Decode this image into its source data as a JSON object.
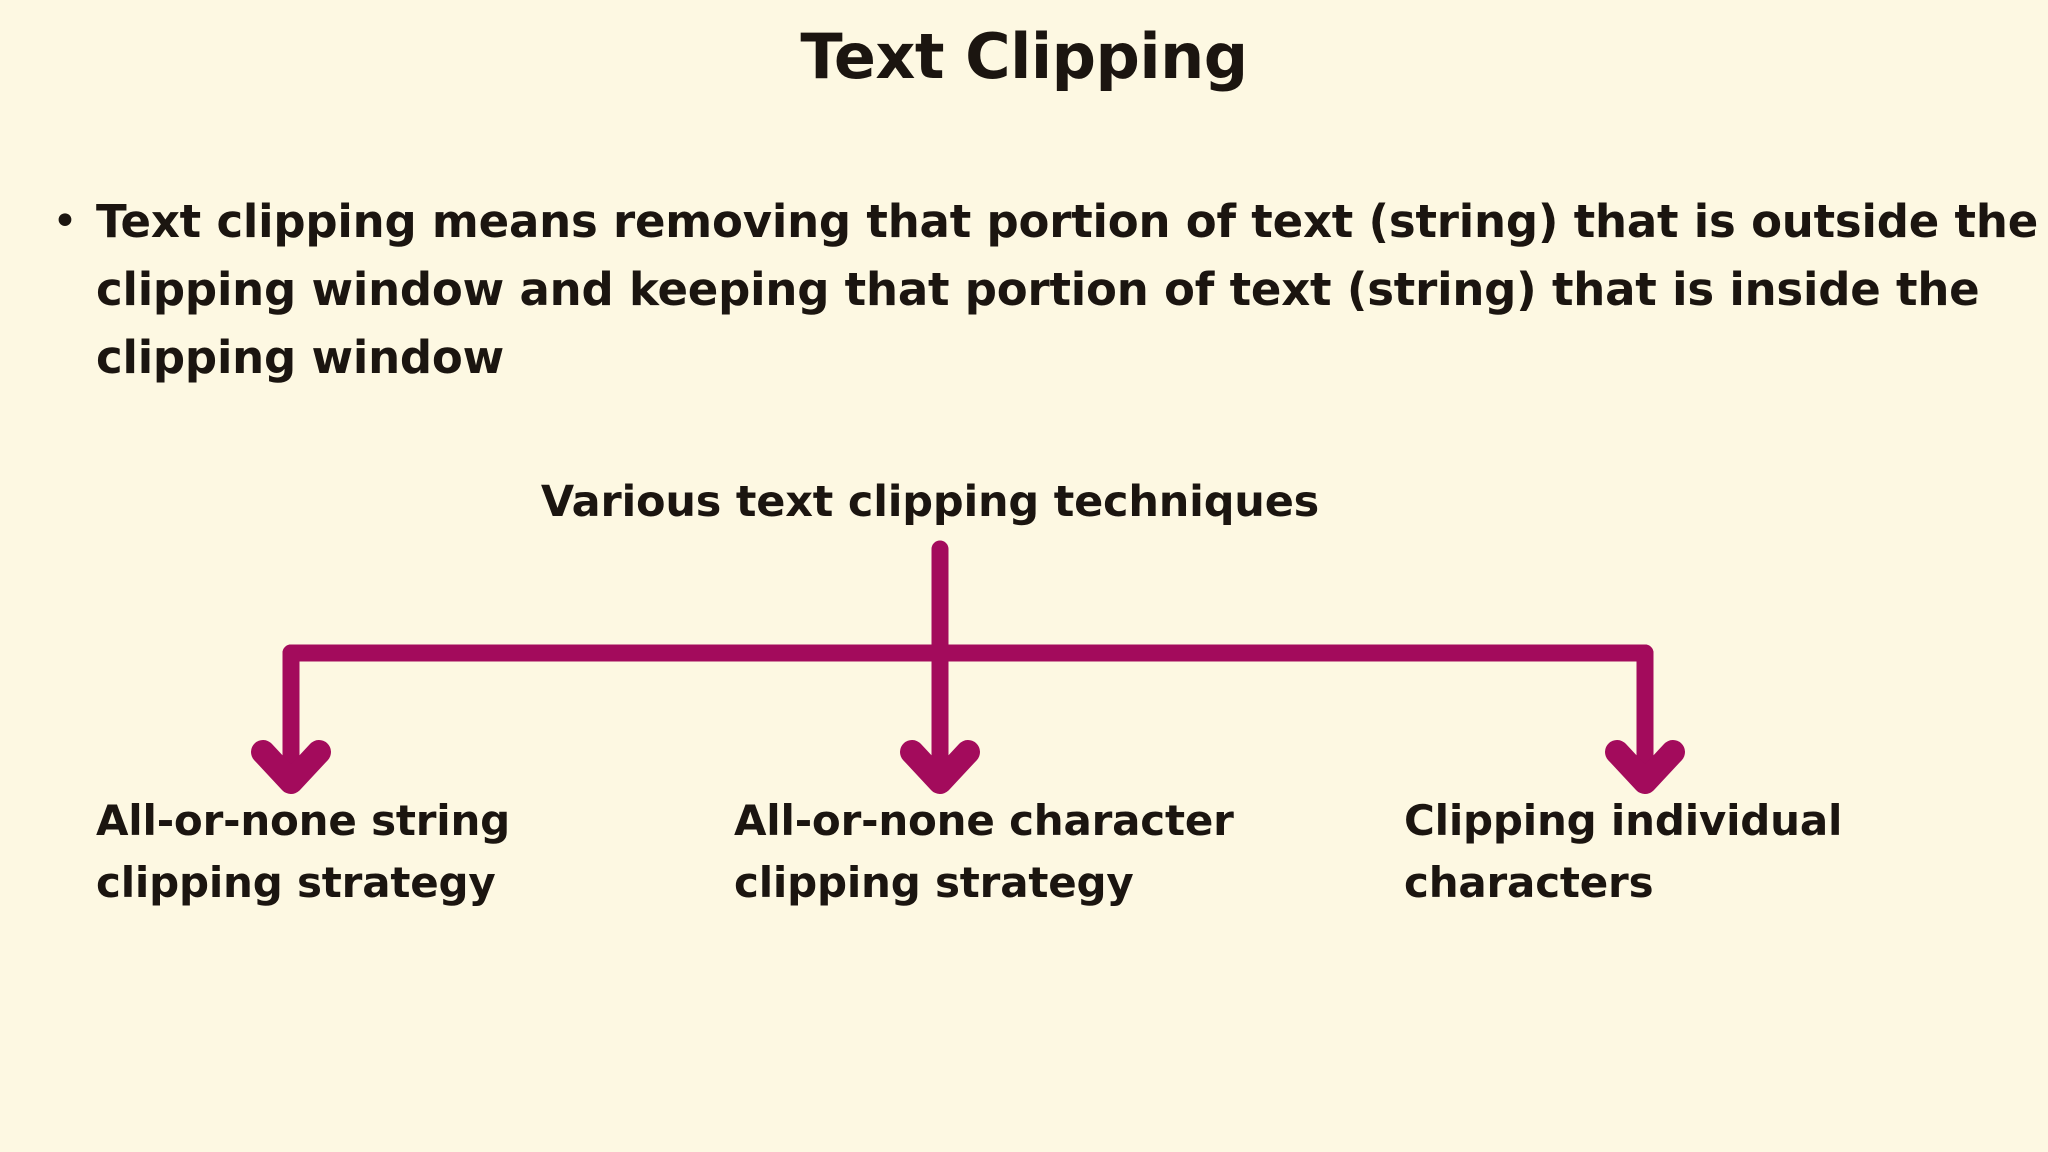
{
  "slide": {
    "title": "Text Clipping",
    "background_color": "#FDF8E2",
    "text_color": "#1B1510",
    "accent_color": "#A30B5C"
  },
  "bullets": [
    {
      "marker": "•",
      "lines": [
        "Text clipping means removing that portion of text (string) that is outside the",
        "clipping window and keeping that portion of text (string) that is inside the",
        "clipping window"
      ]
    }
  ],
  "diagram": {
    "root_label": "Various text clipping techniques",
    "branches": [
      {
        "lines": [
          "All-or-none string",
          "clipping strategy"
        ]
      },
      {
        "lines": [
          "All-or-none character",
          "clipping strategy"
        ]
      },
      {
        "lines": [
          "Clipping individual",
          "characters"
        ]
      }
    ]
  }
}
